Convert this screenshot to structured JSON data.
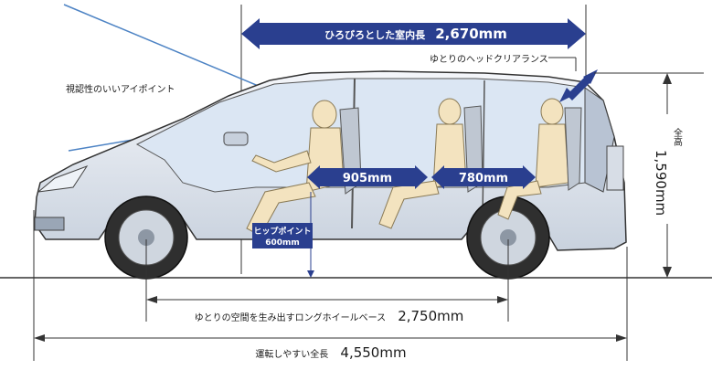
{
  "interior_length": {
    "label": "ひろびろとした室内長",
    "value": "2,670mm"
  },
  "headroom_label": "ゆとりのヘッドクリアランス",
  "eyepoint_label": "視認性のいいアイポイント",
  "height": {
    "label": "全高",
    "value": "1,590mm"
  },
  "front_legroom": "905mm",
  "rear_legroom": "780mm",
  "hip_point": {
    "label": "ヒップポイント",
    "value": "600mm"
  },
  "wheelbase": {
    "label": "ゆとりの空間を生み出すロングホイールベース",
    "value": "2,750mm"
  },
  "overall_length": {
    "label": "運転しやすい全長",
    "value": "4,550mm"
  },
  "colors": {
    "arrow_blue": "#2a3f8f",
    "glass_blue": "#dbe6f3",
    "guide_line": "#4d83c4"
  }
}
